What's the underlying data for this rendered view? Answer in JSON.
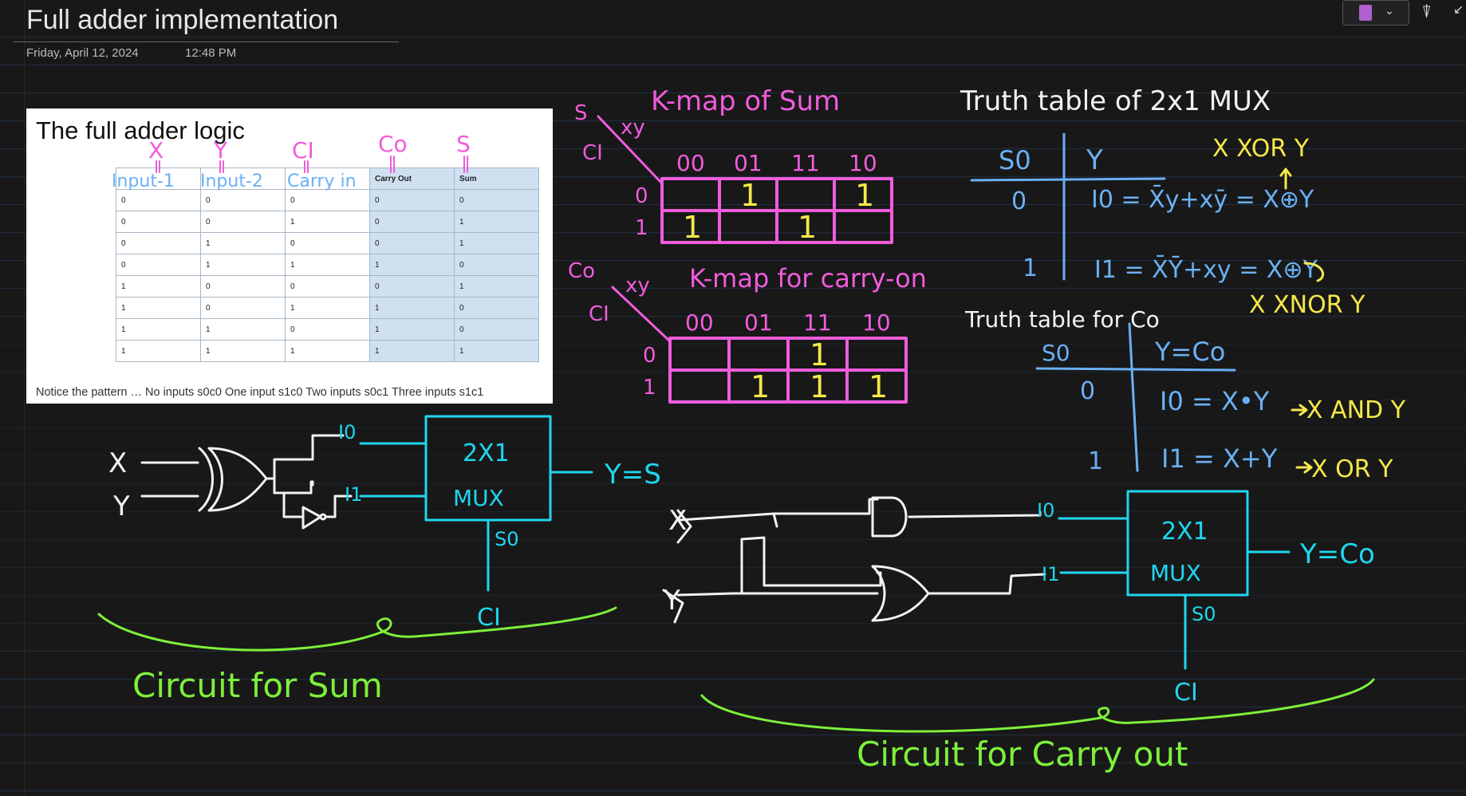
{
  "page": {
    "title": "Full adder implementation",
    "date": "Friday, April 12, 2024",
    "time": "12:48 PM"
  },
  "toolbar": {
    "view_switcher_icon": "notebook-icon",
    "chevron_icon": "chevron-down-icon",
    "pen_icon": "pen-icon",
    "expand_icon": "expand-icon"
  },
  "slide": {
    "title": "The full adder logic",
    "headers": [
      "Input-1",
      "Input-2",
      "Carry in",
      "Carry Out",
      "Sum"
    ],
    "rows": [
      [
        "0",
        "0",
        "0",
        "0",
        "0"
      ],
      [
        "0",
        "0",
        "1",
        "0",
        "1"
      ],
      [
        "0",
        "1",
        "0",
        "0",
        "1"
      ],
      [
        "0",
        "1",
        "1",
        "1",
        "0"
      ],
      [
        "1",
        "0",
        "0",
        "0",
        "1"
      ],
      [
        "1",
        "0",
        "1",
        "1",
        "0"
      ],
      [
        "1",
        "1",
        "0",
        "1",
        "0"
      ],
      [
        "1",
        "1",
        "1",
        "1",
        "1"
      ]
    ],
    "note": "Notice the pattern … No inputs s0c0  One input  s1c0  Two inputs s0c1  Three inputs s1c1",
    "annotations": [
      "X",
      "Y",
      "CI",
      "Co",
      "S"
    ]
  },
  "ink": {
    "kmap_sum_title": "K-map of Sum",
    "kmap_carry_title": "K-map for carry-on",
    "kmap_cols": [
      "00",
      "01",
      "11",
      "10"
    ],
    "kmap_rows": [
      "0",
      "1"
    ],
    "kmap_sum_ones": [
      [
        "",
        "1",
        "",
        "1"
      ],
      [
        "1",
        "",
        "1",
        ""
      ]
    ],
    "kmap_carry_ones": [
      [
        "",
        "",
        "1",
        ""
      ],
      [
        "",
        "1",
        "1",
        "1"
      ]
    ],
    "kmap_sum_corner": [
      "S",
      "xy",
      "CI"
    ],
    "kmap_carry_corner": [
      "Co",
      "xy",
      "CI"
    ],
    "mux_tt_title": "Truth table of 2x1 MUX",
    "mux_tt_head": [
      "S0",
      "Y"
    ],
    "mux_tt_rows": [
      [
        "0",
        "I0 = X̄y+xȳ = X⊕Y"
      ],
      [
        "1",
        "I1 = X̄Ȳ+xy = X⊕Y"
      ]
    ],
    "mux_xor": "X XOR Y",
    "mux_xnor": "X XNOR Y",
    "co_tt_title": "Truth table for Co",
    "co_tt_head": [
      "S0",
      "Y=Co"
    ],
    "co_tt_rows": [
      [
        "0",
        "I0 = X•Y",
        "X AND Y"
      ],
      [
        "1",
        "I1 = X+Y",
        "X OR Y"
      ]
    ],
    "sum_circuit_label": "Circuit for Sum",
    "carry_circuit_label": "Circuit for Carry out",
    "mux_label": [
      "2X1",
      "MUX"
    ],
    "sum_output": "Y=S",
    "carry_output": "Y=Co",
    "select_label": "S0",
    "select_input": "CI",
    "input_labels": [
      "X",
      "Y"
    ],
    "mux_inputs": [
      "I0",
      "I1"
    ]
  },
  "colors": {
    "background": "#181818",
    "pink": "#f05cdc",
    "yellow": "#f5e84a",
    "blue": "#6ab0f5",
    "cyan": "#1fd6ef",
    "green": "#7ef03a",
    "white": "#f2f2f2",
    "slide_highlight": "#cfe0f1"
  }
}
